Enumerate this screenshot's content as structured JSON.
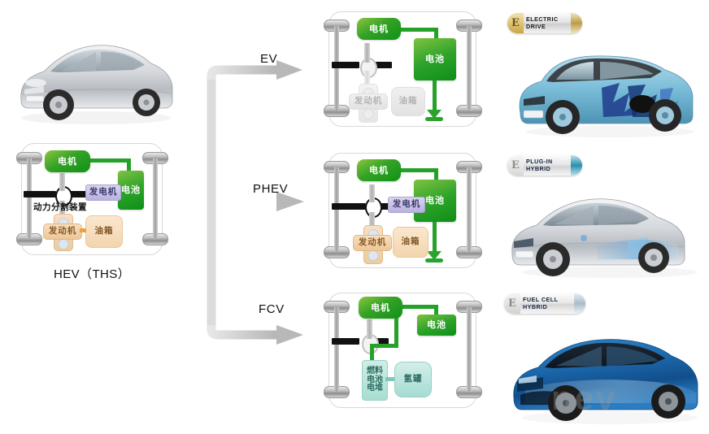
{
  "diagram": {
    "title_visible": false,
    "source_vehicle": {
      "caption": "HEV（THS）",
      "car_name": "toyota-prius-silver",
      "components": [
        {
          "key": "motor",
          "label": "电机",
          "state": "active",
          "color": "#2ea32a"
        },
        {
          "key": "battery",
          "label": "电池",
          "state": "active",
          "color": "#2ea32a"
        },
        {
          "key": "generator",
          "label": "发电机",
          "state": "active",
          "color": "#b9b2de"
        },
        {
          "key": "engine",
          "label": "发动机",
          "state": "active",
          "color": "#ecc79a"
        },
        {
          "key": "tank",
          "label": "油箱",
          "state": "active",
          "color": "#f3d5ae"
        },
        {
          "key": "psd",
          "label": "动力分割装置",
          "state": "active",
          "color": "#111111"
        }
      ]
    },
    "branches": [
      {
        "id": "ev",
        "arrow_label": "EV",
        "badge": {
          "line1": "ELECTRIC",
          "line2": "DRIVE",
          "emblem": "E",
          "accent": "#c9a545"
        },
        "car_name": "toyota-iq-ev-blue",
        "has_charge_plug": true,
        "components": [
          {
            "key": "motor",
            "label": "电机",
            "state": "active",
            "color": "#2ea32a"
          },
          {
            "key": "battery",
            "label": "电池",
            "state": "active",
            "color": "#2ea32a"
          },
          {
            "key": "engine",
            "label": "发动机",
            "state": "inactive",
            "color": "#e2e2e2"
          },
          {
            "key": "tank",
            "label": "油箱",
            "state": "inactive",
            "color": "#e2e2e2"
          }
        ]
      },
      {
        "id": "phev",
        "arrow_label": "PHEV",
        "badge": {
          "line1": "PLUG-IN",
          "line2": "HYBRID",
          "emblem": "E",
          "accent": "#2a8fae"
        },
        "car_name": "toyota-prius-phv-silver",
        "has_charge_plug": true,
        "components": [
          {
            "key": "motor",
            "label": "电机",
            "state": "active",
            "color": "#2ea32a"
          },
          {
            "key": "battery",
            "label": "电池",
            "state": "active",
            "color": "#2ea32a"
          },
          {
            "key": "generator",
            "label": "发电机",
            "state": "active",
            "color": "#b9b2de"
          },
          {
            "key": "engine",
            "label": "发动机",
            "state": "active",
            "color": "#ecc79a"
          },
          {
            "key": "tank",
            "label": "油箱",
            "state": "active",
            "color": "#f3d5ae"
          }
        ]
      },
      {
        "id": "fcv",
        "arrow_label": "FCV",
        "badge": {
          "line1": "FUEL CELL",
          "line2": "HYBRID",
          "emblem": "E",
          "accent": "#a9bcc9"
        },
        "car_name": "toyota-fcv-concept-blue",
        "has_charge_plug": false,
        "components": [
          {
            "key": "motor",
            "label": "电机",
            "state": "active",
            "color": "#2ea32a"
          },
          {
            "key": "battery",
            "label": "电池",
            "state": "active",
            "color": "#2ea32a"
          },
          {
            "key": "fcstack_l1",
            "label": "燃料",
            "state": "active",
            "color": "#a9ddd2"
          },
          {
            "key": "fcstack_l2",
            "label": "电池",
            "state": "active",
            "color": "#a9ddd2"
          },
          {
            "key": "fcstack_l3",
            "label": "电堆",
            "state": "active",
            "color": "#a9ddd2"
          },
          {
            "key": "h2tank",
            "label": "氢罐",
            "state": "active",
            "color": "#a6dcd2"
          }
        ]
      }
    ],
    "watermark": "nev",
    "colors": {
      "green": "#2ea32a",
      "purple": "#b9b2de",
      "tan": "#ecc79a",
      "teal": "#a9ddd2",
      "gray_inactive": "#e2e2e2",
      "arrow_gray": "#c9c9c9"
    }
  }
}
